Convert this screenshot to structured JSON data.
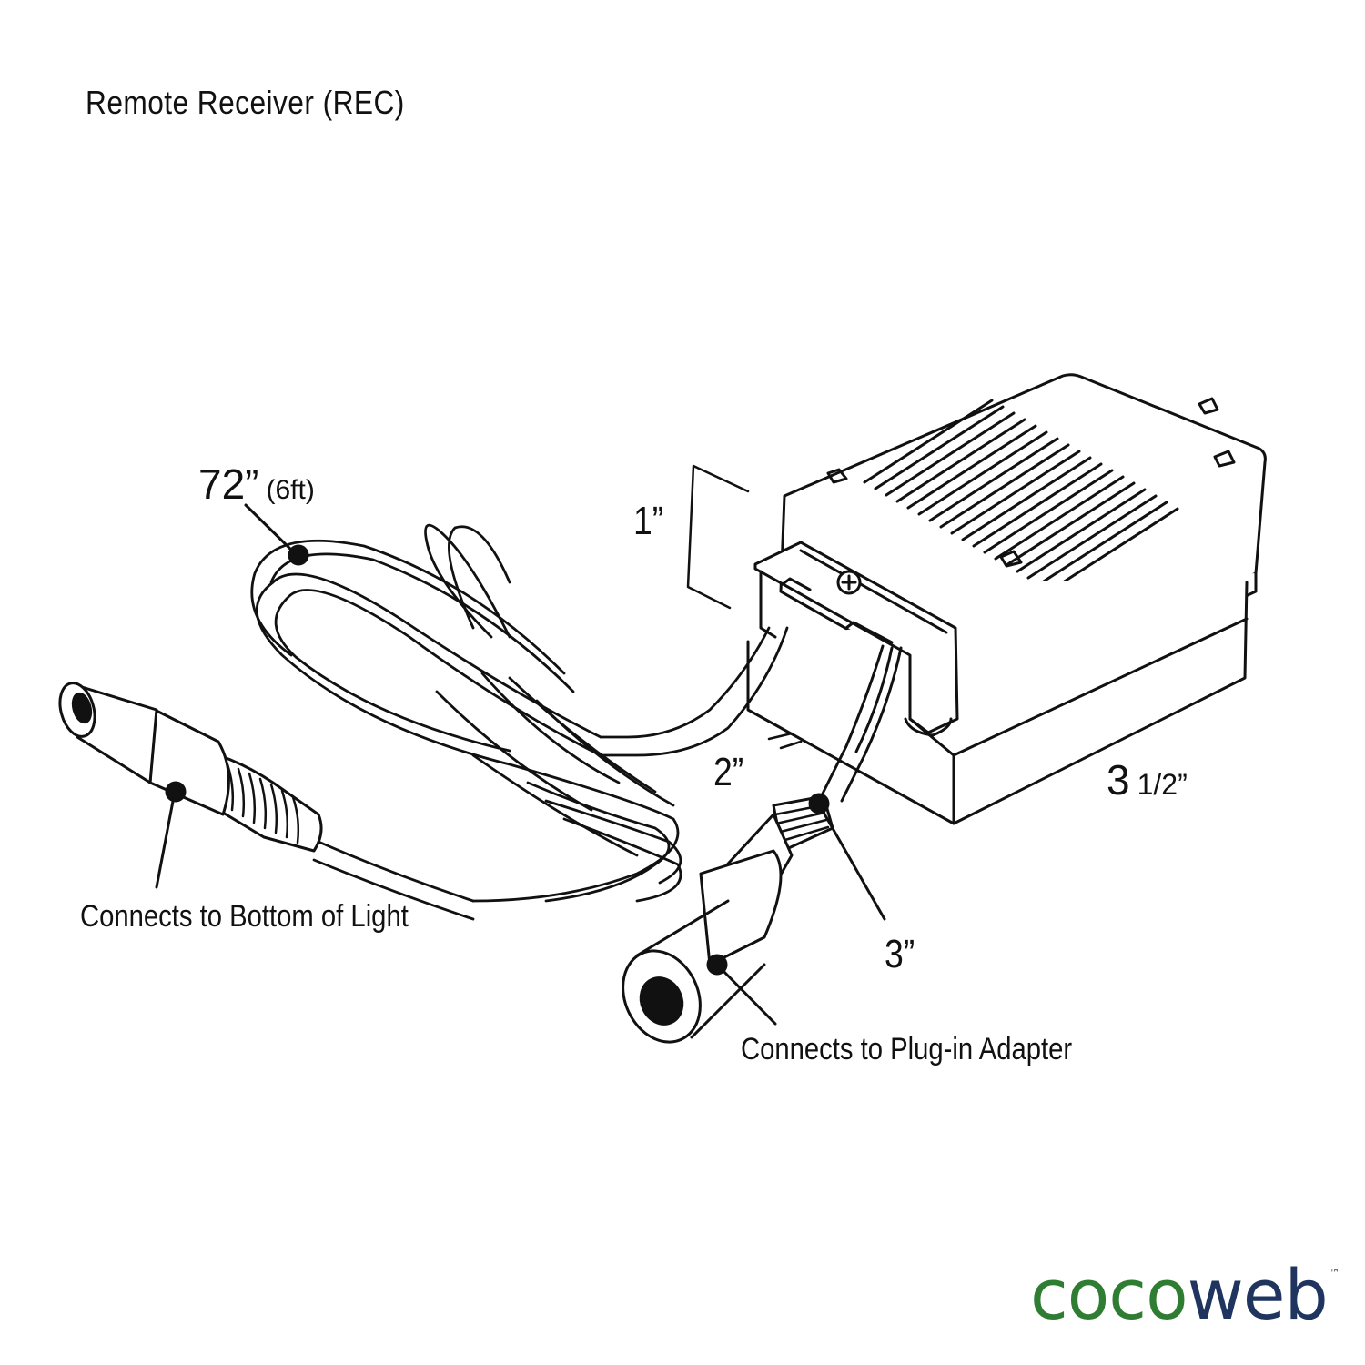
{
  "title": "Remote Receiver (REC)",
  "dimensions": {
    "cord_length": "72”",
    "cord_length_note": "(6ft)",
    "height": "1”",
    "depth": "2”",
    "length_whole": "3",
    "length_fraction": "1/2”",
    "lead_length": "3”"
  },
  "callouts": {
    "light": "Connects to Bottom of Light",
    "adapter": "Connects to Plug-in Adapter"
  },
  "brand": {
    "name_part1": "coco",
    "name_part2": "web",
    "trademark": "™",
    "color_green": "#2f7d32",
    "color_navy": "#1f3560"
  },
  "line_color": "#111111"
}
